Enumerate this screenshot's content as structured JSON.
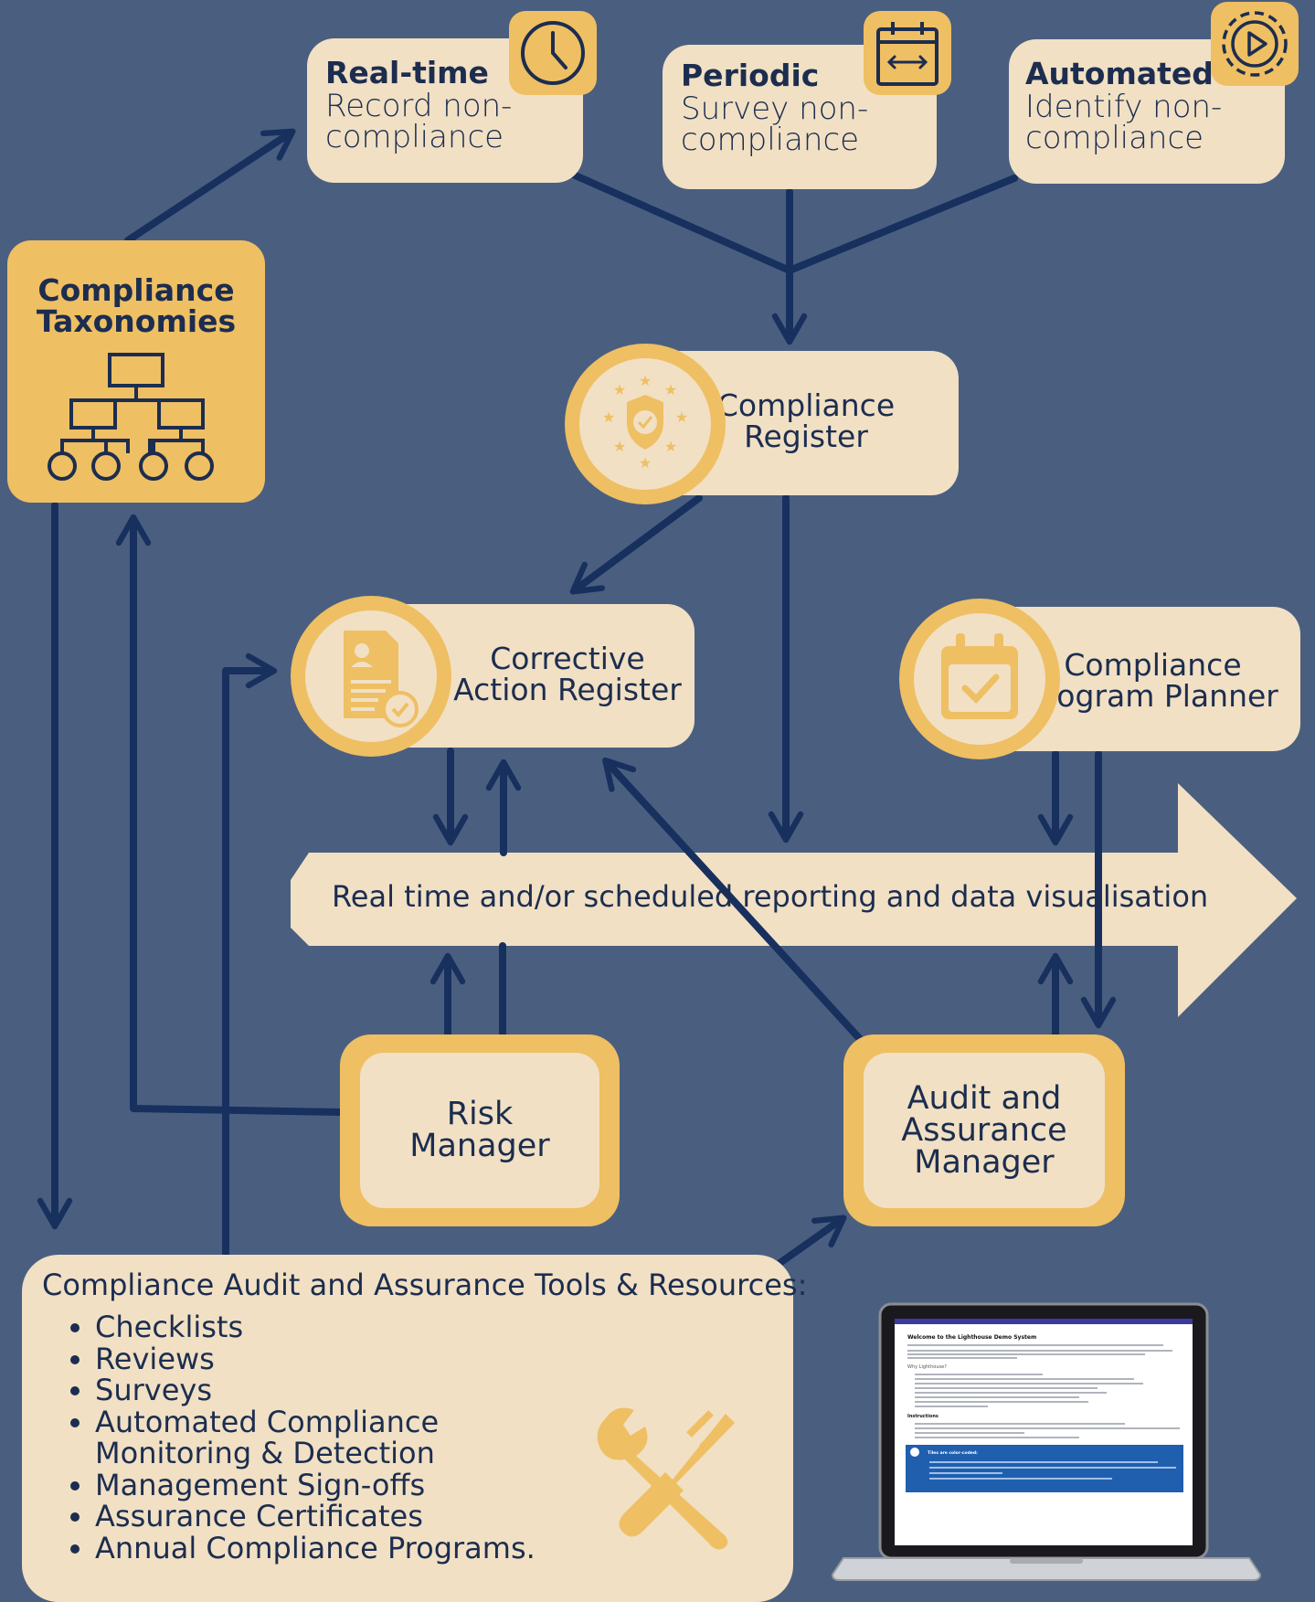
{
  "inputs": {
    "realtime": {
      "title": "Real-time",
      "text": "Record non-compliance",
      "line1": "Record non-",
      "line2": "compliance"
    },
    "periodic": {
      "title": "Periodic",
      "text": "Survey non-compliance",
      "line1": "Survey non-",
      "line2": "compliance"
    },
    "automated": {
      "title": "Automated",
      "text": "Identify non-compliance",
      "line1": "Identify non-",
      "line2": "compliance"
    }
  },
  "taxonomies": {
    "line1": "Compliance",
    "line2": "Taxonomies"
  },
  "compliance_register": {
    "line1": "Compliance",
    "line2": "Register"
  },
  "corrective_action_register": {
    "line1": "Corrective",
    "line2": "Action Register"
  },
  "program_planner": {
    "line1": "Compliance",
    "line2": "Program Planner"
  },
  "reporting_banner": {
    "label": "Real time and/or scheduled reporting and data visualisation"
  },
  "risk_manager": {
    "line1": "Risk",
    "line2": "Manager"
  },
  "audit_manager": {
    "line1": "Audit and",
    "line2": "Assurance",
    "line3": "Manager"
  },
  "resources": {
    "title": "Compliance Audit and Assurance Tools & Resources:",
    "items": [
      "Checklists",
      "Reviews",
      "Surveys",
      "Automated Compliance Monitoring & Detection",
      "Management Sign-offs",
      "Assurance Certificates",
      "Annual Compliance Programs."
    ]
  },
  "laptop_screen": {
    "heading": "Welcome to the Lighthouse Demo System",
    "section1": "Why Lighthouse?",
    "section2": "Instructions",
    "callout": "Tiles are color-coded:"
  },
  "colors": {
    "background": "#4a5f80",
    "card": "#f1e0c4",
    "accent": "#efbf63",
    "arrow": "#17305e",
    "text": "#1c2d4f"
  },
  "icons": {
    "realtime": "clock-icon",
    "periodic": "calendar-range-icon",
    "automated": "gear-play-icon",
    "taxonomies": "hierarchy-icon",
    "register": "shield-stars-icon",
    "corrective": "document-check-icon",
    "planner": "calendar-check-icon",
    "resources": "tools-icon"
  }
}
